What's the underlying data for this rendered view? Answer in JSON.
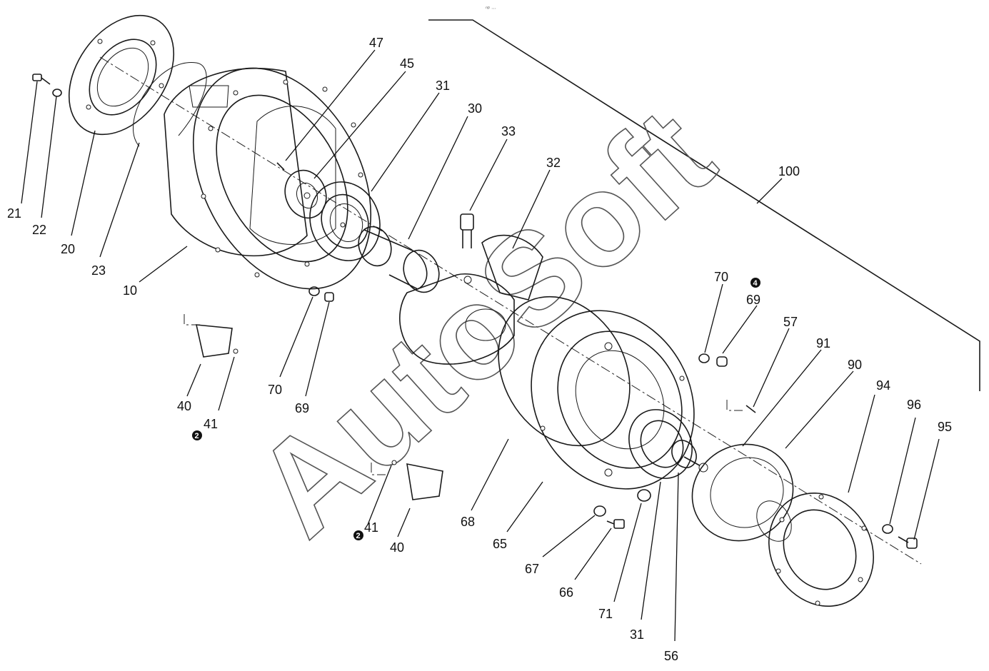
{
  "header_note": "ⁿᵖ ∙∙∙",
  "watermark": "AutoSoft",
  "assembly_label": "100",
  "callouts": {
    "c10": "10",
    "c20": "20",
    "c21": "21",
    "c22": "22",
    "c23": "23",
    "c30": "30",
    "c31a": "31",
    "c31b": "31",
    "c32": "32",
    "c33": "33",
    "c40a": "40",
    "c40b": "40",
    "c41a": "41",
    "c41b": "41",
    "c45": "45",
    "c47": "47",
    "c56": "56",
    "c57": "57",
    "c65": "65",
    "c66": "66",
    "c67": "67",
    "c68": "68",
    "c69a": "69",
    "c69b": "69",
    "c70a": "70",
    "c70b": "70",
    "c71": "71",
    "c90": "90",
    "c91": "91",
    "c94": "94",
    "c95": "95",
    "c96": "96"
  },
  "badges": {
    "b41a": "2",
    "b41b": "2",
    "b69": "4"
  }
}
